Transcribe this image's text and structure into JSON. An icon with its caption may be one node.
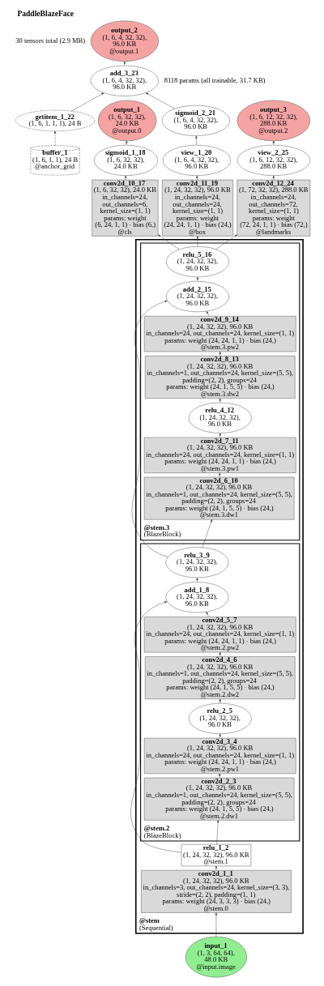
{
  "diagram": {
    "title": "PaddleBlazeFace",
    "labels": [
      "30 tensors total (2.9 MB)",
      "8118 params (all trainable, 31.7 KB)"
    ],
    "nodes": [
      {
        "text": [
          "output_3",
          "(1, 6, 12, 32, 32), 288.0 KB",
          "@output.2"
        ]
      },
      {
        "text": [
          "output_2",
          "(1, 6, 4, 32, 32), 96.0 KB",
          "@output.1"
        ]
      },
      {
        "text": [
          "add_3_23",
          "(1, 6, 4, 32, 32), 96.0 KB"
        ]
      },
      {
        "text": [
          "output_1",
          "(1, 6, 32, 32), 24.0 KB",
          "@output.0"
        ]
      },
      {
        "text": [
          "getitem_1_22",
          "(1, 6, 1, 1, 1), 24 B"
        ]
      },
      {
        "text": [
          "sigmoid_2_21",
          "(1, 6, 4, 32, 32), 96.0 KB"
        ]
      },
      {
        "text": [
          "sigmoid_1_18",
          "(1, 6, 32, 32), 24.0 KB"
        ]
      },
      {
        "text": [
          "buffer_1",
          "(1, 6, 1, 1), 24 B",
          "@anchor_grid"
        ]
      },
      {
        "text": [
          "view_1_20",
          "(1, 6, 4, 32, 32), 96.0 KB"
        ]
      },
      {
        "text": [
          "view_2_25",
          "(1, 6, 12, 32, 32), 288.0 KB"
        ]
      },
      {
        "text": [
          "conv2d_10_17",
          "(1, 6, 32, 32), 24.0 KB",
          "in_channels=24, out_channels=6, kernel_size=(1, 1)",
          "params: weight (6, 24, 1, 1) · bias (6,)",
          "@cls"
        ]
      },
      {
        "text": [
          "conv2d_11_19",
          "(1, 24, 32, 32), 96.0 KB",
          "in_channels=24, out_channels=24, kernel_size=(1, 1)",
          "params: weight (24, 24, 1, 1) · bias (24,)",
          "@box"
        ]
      },
      {
        "text": [
          "conv2d_12_24",
          "(1, 72, 32, 32), 288.0 KB",
          "in_channels=24, out_channels=72, kernel_size=(1, 1)",
          "params: weight (72, 24, 1, 1) · bias (72,)",
          "@landmarks"
        ]
      },
      {
        "text": [
          "@stem",
          "(Sequential)"
        ]
      },
      {
        "text": [
          "@stem.3",
          "(BlazeBlock)"
        ],
        "in": 13
      },
      {
        "text": [
          "relu_5_16",
          "(1, 24, 32, 32), 96.0 KB"
        ],
        "in": 14
      },
      {
        "text": [
          "add_2_15",
          "(1, 24, 32, 32), 96.0 KB"
        ],
        "in": 14
      },
      {
        "text": [
          "conv2d_9_14",
          "(1, 24, 32, 32), 96.0 KB",
          "in_channels=24, out_channels=24, kernel_size=(1, 1)",
          "params: weight (24, 24, 1, 1) · bias (24,)",
          "@stem.3.pw2"
        ],
        "in": 14
      },
      {
        "text": [
          "conv2d_8_13",
          "(1, 24, 32, 32), 96.0 KB",
          "in_channels=1, out_channels=24, kernel_size=(5, 5), padding=(2, 2), groups=24",
          "params: weight (24, 1, 5, 5) · bias (24,)",
          "@stem.3.dw2"
        ],
        "in": 14
      },
      {
        "text": [
          "relu_4_12",
          "(1, 24, 32, 32), 96.0 KB"
        ],
        "in": 14
      },
      {
        "text": [
          "conv2d_7_11",
          "(1, 24, 32, 32), 96.0 KB",
          "in_channels=24, out_channels=24, kernel_size=(1, 1)",
          "params: weight (24, 24, 1, 1) · bias (24,)",
          "@stem.3.pw1"
        ],
        "in": 14
      },
      {
        "text": [
          "conv2d_6_10",
          "(1, 24, 32, 32), 96.0 KB",
          "in_channels=1, out_channels=24, kernel_size=(5, 5), padding=(2, 2), groups=24",
          "params: weight (24, 1, 5, 5) · bias (24,)",
          "@stem.3.dw1"
        ],
        "in": 14
      },
      {
        "text": [
          "@stem.2",
          "(BlazeBlock)"
        ],
        "in": 13
      },
      {
        "text": [
          "relu_3_9",
          "(1, 24, 32, 32), 96.0 KB"
        ],
        "in": 22
      },
      {
        "text": [
          "add_1_8",
          "(1, 24, 32, 32), 96.0 KB"
        ],
        "in": 22
      },
      {
        "text": [
          "conv2d_5_7",
          "(1, 24, 32, 32), 96.0 KB",
          "in_channels=24, out_channels=24, kernel_size=(1, 1)",
          "params: weight (24, 24, 1, 1) · bias (24,)",
          "@stem.2.pw2"
        ],
        "in": 22
      },
      {
        "text": [
          "conv2d_4_6",
          "(1, 24, 32, 32), 96.0 KB",
          "in_channels=1, out_channels=24, kernel_size=(5, 5), padding=(2, 2), groups=24",
          "params: weight (24, 1, 5, 5) · bias (24,)",
          "@stem.2.dw2"
        ],
        "in": 22
      },
      {
        "text": [
          "relu_2_5",
          "(1, 24, 32, 32), 96.0 KB"
        ],
        "in": 22
      },
      {
        "text": [
          "conv2d_3_4",
          "(1, 24, 32, 32), 96.0 KB",
          "in_channels=24, out_channels=24, kernel_size=(1, 1)",
          "params: weight (24, 24, 1, 1) · bias (24,)",
          "@stem.2.pw1"
        ],
        "in": 22
      },
      {
        "text": [
          "conv2d_2_3",
          "(1, 24, 32, 32), 96.0 KB",
          "in_channels=1, out_channels=24, kernel_size=(5, 5), padding=(2, 2), groups=24",
          "params: weight (24, 1, 5, 5) · bias (24,)",
          "@stem.2.dw1"
        ],
        "in": 22
      },
      {
        "text": [
          "relu_1_2",
          "(1, 24, 32, 32), 96.0 KB",
          "@stem.1"
        ],
        "in": 13
      },
      {
        "text": [
          "conv2d_1_1",
          "(1, 24, 32, 32), 96.0 KB",
          "in_channels=3, out_channels=24, kernel_size=(3, 3), stride=(2, 2), padding=(1, 1)",
          "params: weight (24, 3, 3, 3) · bias (24,)",
          "@stem.0"
        ],
        "in": 13
      },
      {
        "text": [
          "input_1",
          "(1, 3, 64, 64), 48.0 KB",
          "@input.image"
        ]
      }
    ],
    "edges": [
      {
        "from": 32,
        "to": 31,
        "arrow": "to"
      },
      {
        "from": 31,
        "to": 30,
        "arrow": "to"
      },
      {
        "from": 30,
        "to": 29,
        "arrow": "to"
      },
      {
        "from": 30,
        "to": 24,
        "arrow": "to"
      },
      {
        "from": 29,
        "to": 28,
        "arrow": "to"
      },
      {
        "from": 28,
        "to": 27,
        "arrow": "to"
      },
      {
        "from": 27,
        "to": 26,
        "arrow": "to"
      },
      {
        "from": 26,
        "to": 25,
        "arrow": "to"
      },
      {
        "from": 25,
        "to": 24,
        "arrow": "to"
      },
      {
        "from": 24,
        "to": 23,
        "arrow": "to"
      },
      {
        "from": 23,
        "to": 21,
        "arrow": "to"
      },
      {
        "from": 23,
        "to": 16,
        "arrow": "to"
      },
      {
        "from": 21,
        "to": 20,
        "arrow": "to"
      },
      {
        "from": 20,
        "to": 19,
        "arrow": "to"
      },
      {
        "from": 19,
        "to": 18,
        "arrow": "to"
      },
      {
        "from": 18,
        "to": 17,
        "arrow": "to"
      },
      {
        "from": 17,
        "to": 16,
        "arrow": "to"
      },
      {
        "from": 16,
        "to": 15,
        "arrow": "to"
      },
      {
        "from": 15,
        "to": 10,
        "arrow": "to"
      },
      {
        "from": 15,
        "to": 11,
        "arrow": "to"
      },
      {
        "from": 15,
        "to": 12,
        "arrow": "to"
      },
      {
        "from": 10,
        "to": 6,
        "arrow": "to"
      },
      {
        "from": 6,
        "to": 3,
        "arrow": "to"
      },
      {
        "from": 11,
        "to": 8,
        "arrow": "to"
      },
      {
        "from": 8,
        "to": 5,
        "arrow": "to"
      },
      {
        "from": 5,
        "to": 2,
        "arrow": "to"
      },
      {
        "from": 7,
        "to": 4,
        "arrow": "to",
        "style": "dashed"
      },
      {
        "from": 4,
        "to": 2,
        "arrow": "to"
      },
      {
        "from": 2,
        "to": 1,
        "arrow": "to"
      },
      {
        "from": 12,
        "to": 9,
        "arrow": "to"
      },
      {
        "from": 9,
        "to": 0,
        "arrow": "to"
      }
    ]
  }
}
